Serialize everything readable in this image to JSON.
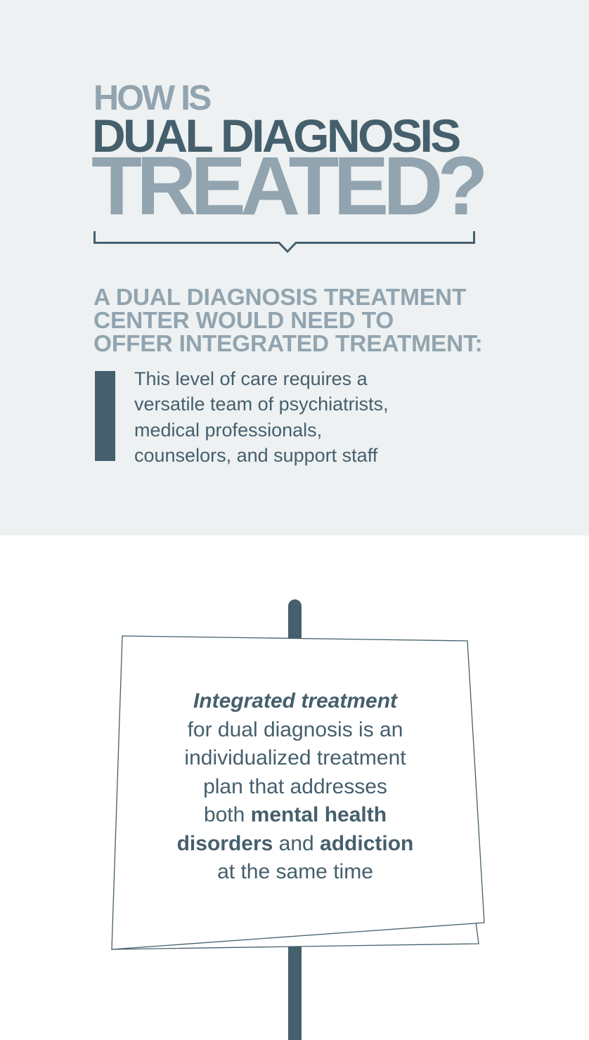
{
  "header": {
    "line1": "HOW IS",
    "line2": "DUAL DIAGNOSIS",
    "line3": "TREATED?"
  },
  "subheading": {
    "lines": [
      "A DUAL DIAGNOSIS TREATMENT",
      "CENTER WOULD NEED TO",
      "OFFER INTEGRATED TREATMENT:"
    ]
  },
  "description": {
    "lines": [
      "This level of care requires a",
      "versatile team of psychiatrists,",
      "medical professionals,",
      "counselors, and support staff"
    ]
  },
  "sign": {
    "term": "Integrated treatment",
    "line2": "for dual diagnosis is an",
    "line3": "individualized treatment",
    "line4": "plan that addresses",
    "line5_prefix": "both ",
    "line5_bold": "mental health",
    "line6_bold1": "disorders",
    "line6_mid": " and ",
    "line6_bold2": "addiction",
    "line7": "at the same time"
  },
  "colors": {
    "top_background": "#edf1f2",
    "dark_slate": "#455f6c",
    "light_slate": "#91a4af",
    "white": "#ffffff"
  }
}
